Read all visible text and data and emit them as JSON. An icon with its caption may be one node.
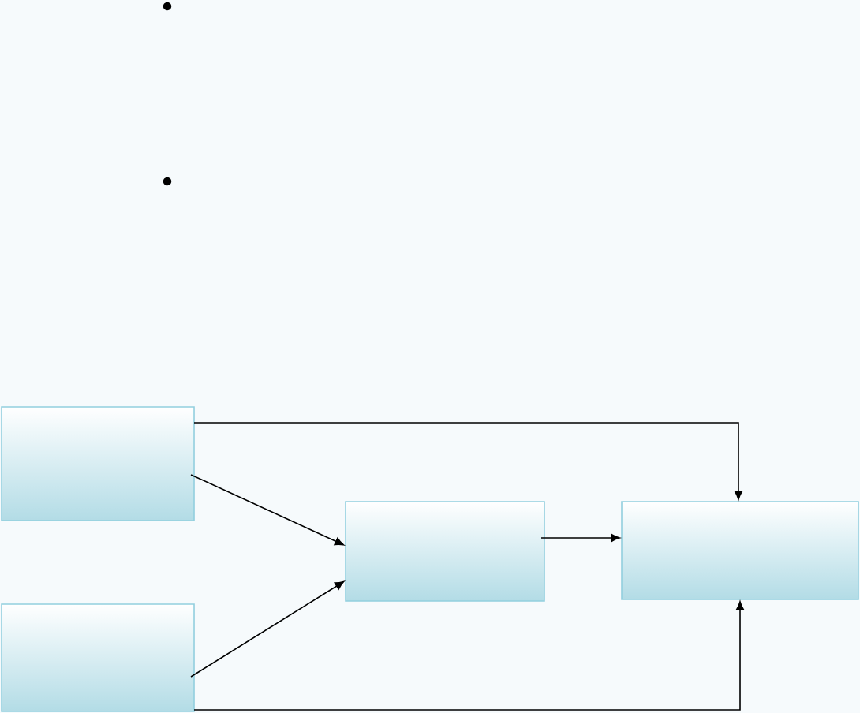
{
  "diagram": {
    "nodes": [
      {
        "text": [],
        "shape": "box"
      },
      {
        "text": [],
        "shape": "box"
      },
      {
        "text": [],
        "shape": "box"
      },
      {
        "text": [],
        "shape": "box"
      }
    ],
    "edges": [
      {
        "from": 0,
        "to": 2,
        "arrow": "to"
      },
      {
        "from": 1,
        "to": 2,
        "arrow": "to"
      },
      {
        "from": 2,
        "to": 3,
        "arrow": "to"
      },
      {
        "from": 0,
        "to": 3,
        "arrow": "to"
      },
      {
        "from": 1,
        "to": 3,
        "arrow": "to"
      }
    ]
  }
}
